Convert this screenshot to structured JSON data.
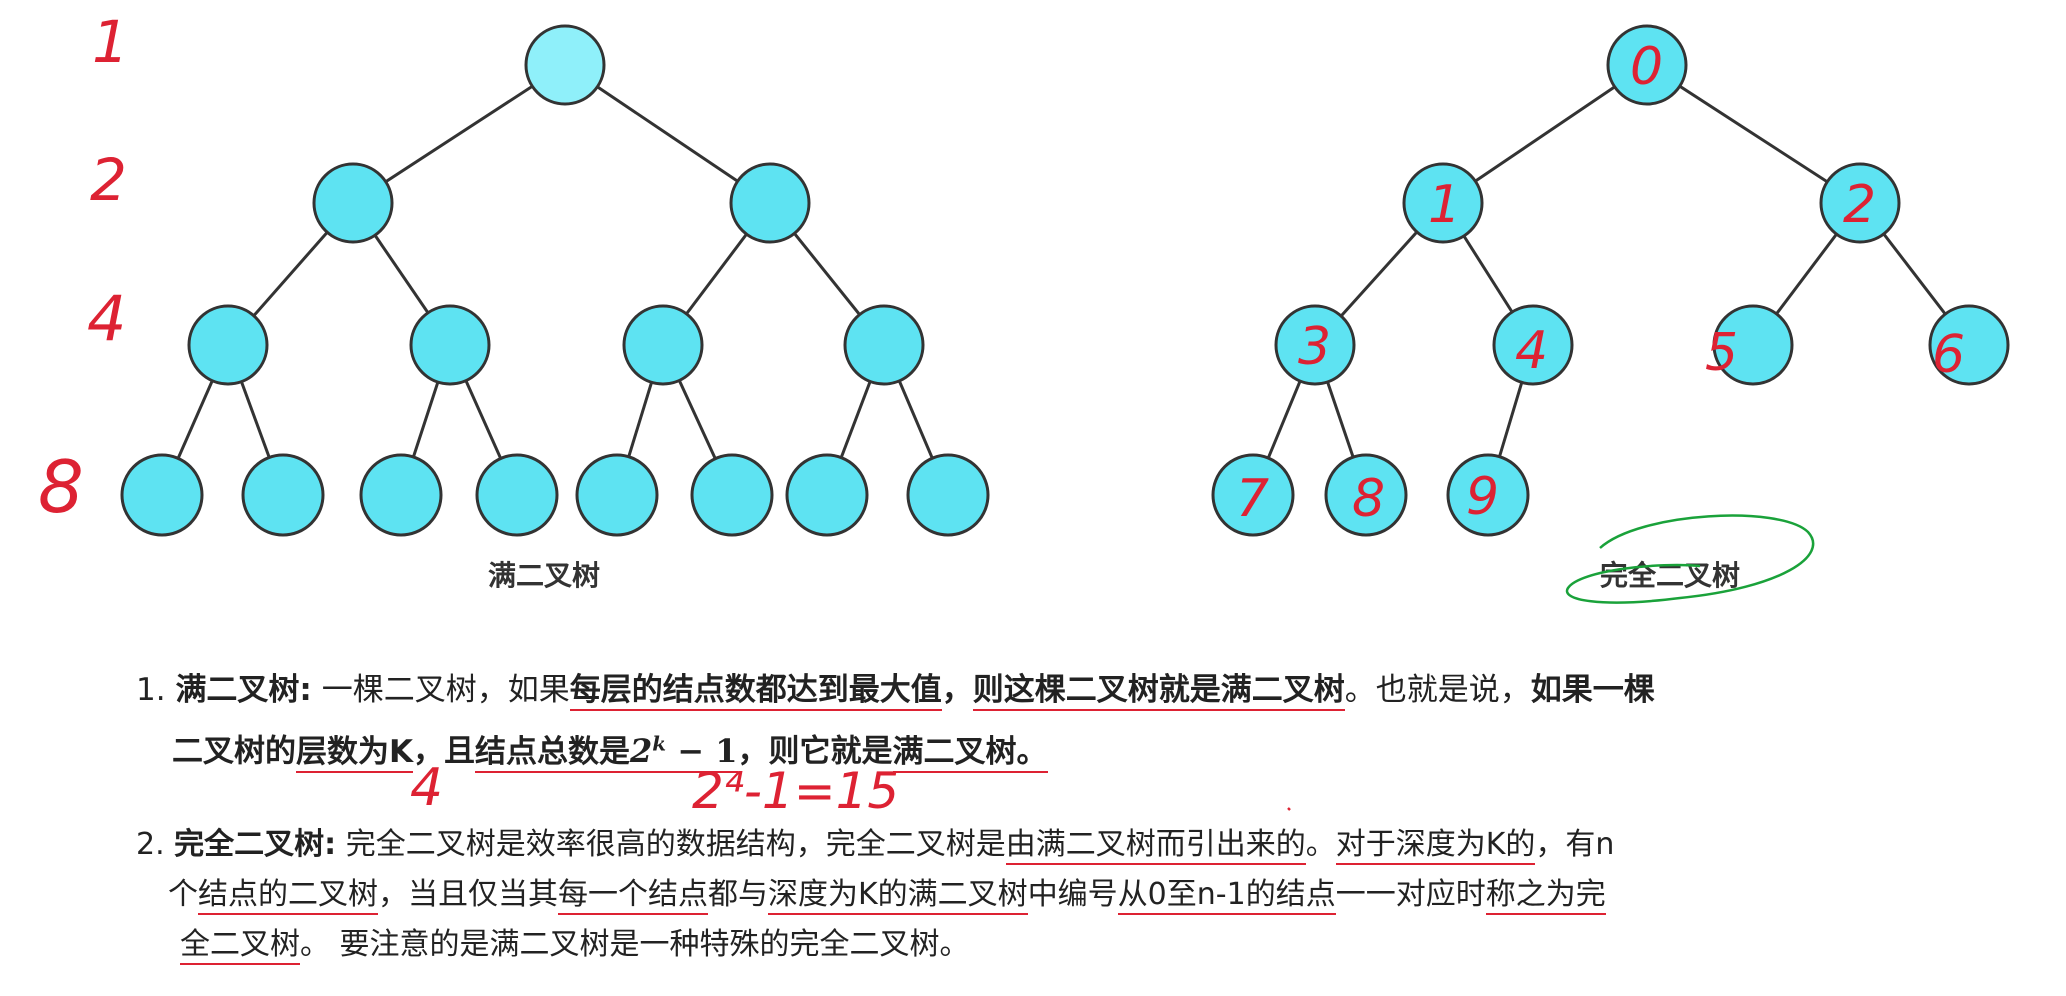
{
  "full_tree": {
    "caption": "满二叉树",
    "level_counts": [
      "1",
      "2",
      "4",
      "8"
    ]
  },
  "complete_tree": {
    "caption": "完全二叉树",
    "node_labels": [
      "0",
      "1",
      "2",
      "3",
      "4",
      "5",
      "6",
      "7",
      "8",
      "9"
    ]
  },
  "definition1": {
    "number": "1.",
    "term": "满二叉树:",
    "p1": " 一棵二叉树，如果",
    "p2": "每层的结点数都达到最大值",
    "p3": "，",
    "p4": "则这棵二叉树就是满二叉树",
    "p5": "。也就是说，",
    "p6": "如果一棵",
    "p7": "二叉树的",
    "p8": "层数为K",
    "p9": "，且",
    "p10": "结点总数是",
    "math_base": "2",
    "math_exp": "k",
    "math_rest": " − 1",
    "p11": "，则它就是",
    "p12": "满二叉树。",
    "note_k": "4",
    "note_total": "2⁴-1=15"
  },
  "definition2": {
    "number": "2.",
    "term": "完全二叉树:",
    "p1": " 完全二叉树是效率很高的数据结构，完全二叉树是",
    "p2": "由满二叉树而引出来的",
    "p3": "。",
    "p4": "对于深度为K的",
    "p5": "，有n",
    "p6": "个",
    "p7": "结点的二叉树",
    "p8": "，当且仅当其",
    "p9": "每一个结点",
    "p10": "都与",
    "p11": "深度为K的满二叉树",
    "p12": "中编号",
    "p13": "从0至n-1的结点",
    "p14": "一一对应时",
    "p15": "称之为完",
    "p16": "全二叉树",
    "p17": "。 要注意的是满二叉树是一种特殊的完全二叉树。"
  },
  "colors": {
    "node_fill": "#5ee3f2",
    "node_root_fill": "#8ff0fa",
    "annotation_red": "#dd2233",
    "annotation_green": "#1aa23a"
  }
}
